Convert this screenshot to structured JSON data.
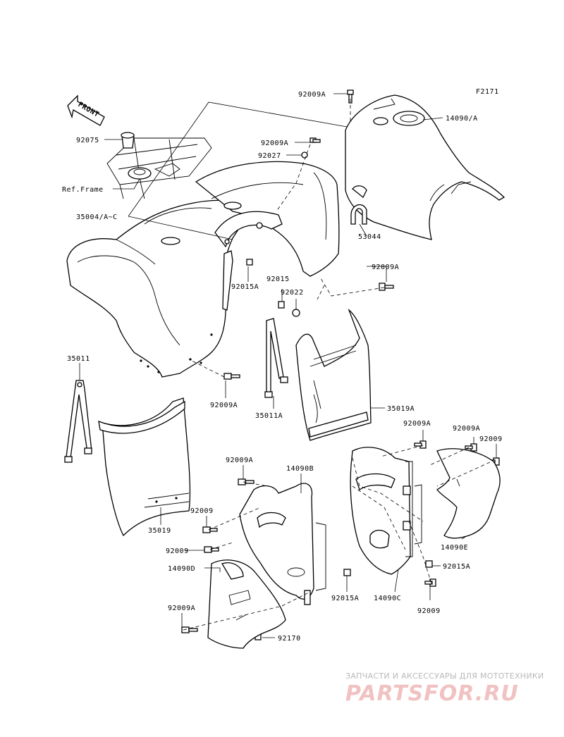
{
  "figure_code": "F2171",
  "front_label": "FRONT",
  "ref_frame": "Ref.Frame",
  "labels": {
    "p92009a_top": "92009A",
    "p14090a": "14090/A",
    "p92075": "92075",
    "p92009a_mid": "92009A",
    "p92027": "92027",
    "p35004": "35004/A~C",
    "p53044": "53044",
    "p92015a_left": "92015A",
    "p92015": "92015",
    "p92022": "92022",
    "p92009a_right": "92009A",
    "p35011": "35011",
    "p92009a_front": "92009A",
    "p35011a": "35011A",
    "p35019a": "35019A",
    "p92009a_r1": "92009A",
    "p92009a_r2": "92009A",
    "p92009_r3": "92009",
    "p92009a_c": "92009A",
    "p14090b": "14090B",
    "p35019": "35019",
    "p92009_c1": "92009",
    "p92009_c2": "92009",
    "p14090d": "14090D",
    "p14090e": "14090E",
    "p92015a_r": "92015A",
    "p92015a_c": "92015A",
    "p14090c": "14090C",
    "p92009_r4": "92009",
    "p92009a_bot": "92009A",
    "p92170": "92170"
  },
  "watermark": {
    "tagline": "ЗАПЧАСТИ И АКСЕССУАРЫ ДЛЯ МОТОТЕХНИКИ",
    "brand": "PARTSFOR.RU"
  }
}
